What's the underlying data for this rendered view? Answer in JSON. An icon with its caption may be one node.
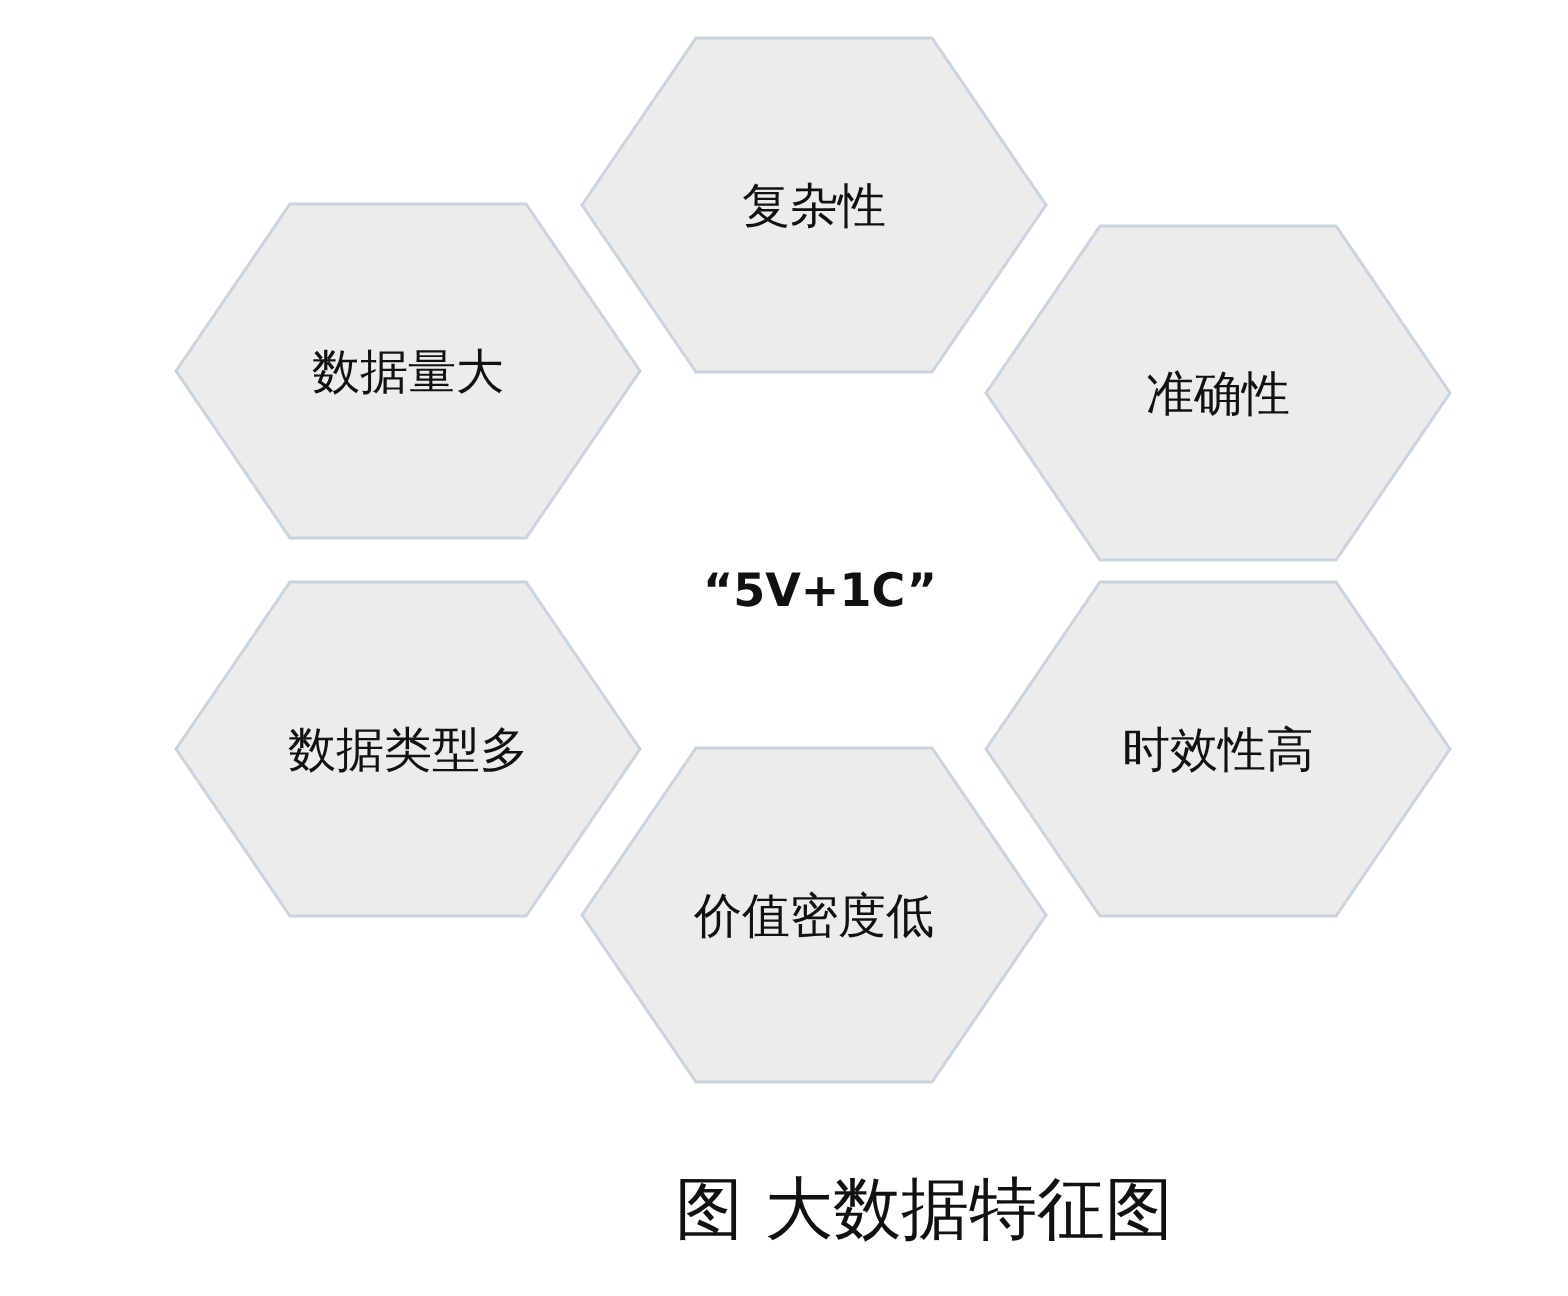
{
  "diagram": {
    "caption": "图 大数据特征图",
    "nodes": [
      {
        "text": [
          "复杂性"
        ]
      },
      {
        "text": [
          "数据量大"
        ]
      },
      {
        "text": [
          "准确性"
        ]
      },
      {
        "text": [
          "数据类型多"
        ]
      },
      {
        "text": [
          "时效性高"
        ]
      },
      {
        "text": [
          "价值密度低"
        ]
      }
    ],
    "edges": [],
    "labels": [
      "“5V+1C”"
    ]
  }
}
